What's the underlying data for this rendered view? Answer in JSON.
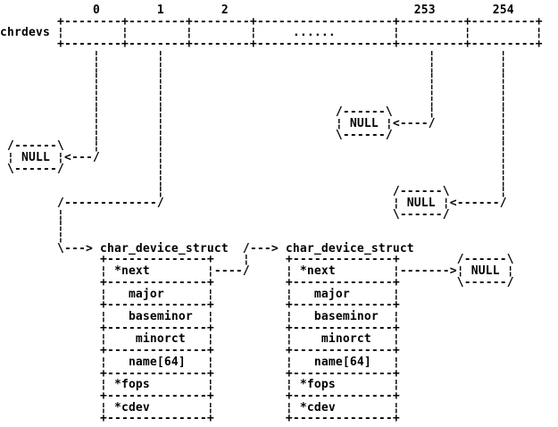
{
  "colors": {
    "background": "#ffffff",
    "foreground": "#000000"
  },
  "semantic": {
    "array": {
      "name": "chrdevs",
      "visible_indices": [
        "0",
        "1",
        "2",
        "253",
        "254"
      ],
      "ellipsis": "......"
    },
    "null_label": "NULL",
    "struct": {
      "title": "char_device_struct",
      "fields": [
        "*next",
        "major",
        "baseminor",
        "minorct",
        "name[64]",
        "*fops",
        "*cdev"
      ],
      "instance_count": 2
    },
    "links": [
      {
        "from": "chrdevs[0]",
        "to": "NULL"
      },
      {
        "from": "chrdevs[1]",
        "to": "char_device_struct (first)"
      },
      {
        "from": "chrdevs[253]",
        "to": "NULL"
      },
      {
        "from": "chrdevs[254]",
        "to": "NULL"
      },
      {
        "from": "char_device_struct(first).*next",
        "to": "char_device_struct (second)"
      },
      {
        "from": "char_device_struct(second).*next",
        "to": "NULL"
      }
    ]
  },
  "diagram": {
    "lines": [
      "             0        1        2                          253        254",
      "        +--------+--------+--------+-------------------+---------+---------+",
      "chrdevs ¦        ¦        ¦        ¦     ......        ¦         ¦         ¦",
      "        +--------+--------+--------+-------------------+---------+---------+",
      "             ¦        ¦                                     ¦         ¦",
      "             ¦        ¦                                     ¦         ¦",
      "             ¦        ¦                                     ¦         ¦",
      "             ¦        ¦                                     ¦         ¦",
      "             ¦        ¦                                     ¦         ¦",
      "             ¦        ¦                        /------\\     ¦         ¦",
      "             ¦        ¦                        ¦ NULL ¦<----/         ¦",
      "             ¦        ¦                        \\------/               ¦",
      " /------\\    ¦        ¦                                               ¦",
      " ¦ NULL ¦<---/        ¦                                               ¦",
      " \\------/             ¦                                               ¦",
      "                      ¦                                               ¦",
      "                      ¦                                /------\\       ¦",
      "        /-------------/                                ¦ NULL ¦<------/",
      "        ¦                                              \\------/",
      "        ¦",
      "        ¦",
      "        \\---> char_device_struct  /---> char_device_struct",
      "              +--------------+    ¦     +--------------+        /------\\",
      "              ¦ *next        ¦----/     ¦ *next        ¦------->¦ NULL ¦",
      "              +--------------+          +--------------+        \\------/",
      "              ¦   major      ¦          ¦   major      ¦",
      "              +--------------+          +--------------+",
      "              ¦   baseminor  ¦          ¦   baseminor  ¦",
      "              +--------------+          +--------------+",
      "              ¦    minorct   ¦          ¦    minorct   ¦",
      "              +--------------+          +--------------+",
      "              ¦   name[64]   ¦          ¦   name[64]   ¦",
      "              +--------------+          +--------------+",
      "              ¦ *fops        ¦          ¦ *fops        ¦",
      "              +--------------+          +--------------+",
      "              ¦ *cdev        ¦          ¦ *cdev        ¦",
      "              +--------------+          +--------------+"
    ]
  }
}
